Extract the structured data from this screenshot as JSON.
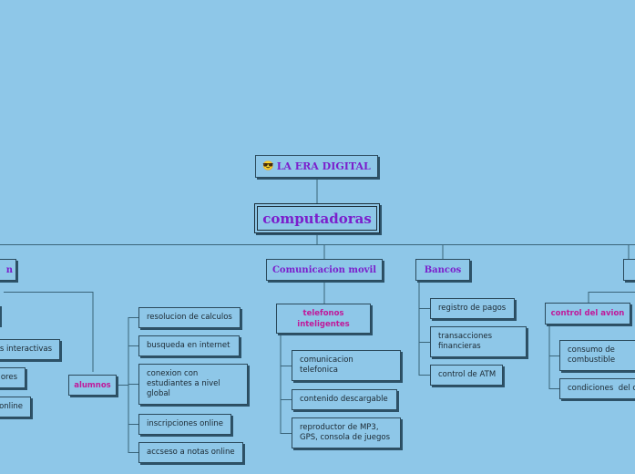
{
  "diagram": {
    "title": {
      "emoji": "😎",
      "label": "LA ERA DIGITAL"
    },
    "root": "computadoras",
    "branches": {
      "left_cut": {
        "label": "n"
      },
      "comunicacion": {
        "label": "Comunicacion movil"
      },
      "bancos": {
        "label": "Bancos"
      },
      "right_cut": {
        "label": ""
      }
    },
    "subnodes": {
      "alumnos": "alumnos",
      "telefonos": "telefonos inteligentes",
      "control_avion": "control del avion"
    },
    "leaves": {
      "left_partial": [
        "s interactivas",
        "ores",
        "online"
      ],
      "alumnos": [
        "resolucion de calculos",
        "busqueda en internet",
        "conexion con estudiantes a nivel global",
        "inscripciones online",
        "accseso a notas online"
      ],
      "telefonos": [
        "comunicacion telefonica",
        "contenido descargable",
        "reproductor de MP3, GPS, consola de juegos"
      ],
      "bancos": [
        "registro de pagos",
        "transacciones financieras",
        "control de ATM"
      ],
      "avion": [
        "consumo de combustible",
        "condiciones  del c"
      ]
    }
  }
}
